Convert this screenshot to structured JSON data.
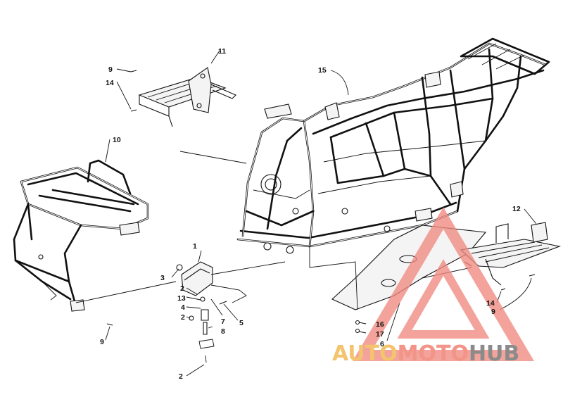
{
  "callouts": {
    "c1": "1",
    "c2a": "2",
    "c2b": "2",
    "c2c": "2",
    "c3": "3",
    "c4": "4",
    "c5": "5",
    "c6": "6",
    "c7": "7",
    "c8": "8",
    "c9a": "9",
    "c9b": "9",
    "c9c": "9",
    "c10": "10",
    "c11": "11",
    "c12": "12",
    "c13": "13",
    "c14a": "14",
    "c14b": "14",
    "c15": "15",
    "c16": "16",
    "c17": "17"
  },
  "watermark": {
    "part1": "AUTO",
    "part2": "MOTO",
    "part3": "HUB",
    "colors": {
      "auto": "#f3c46d",
      "moto": "#f29488",
      "hub": "#8b8b8b",
      "triangle": "#f08a80"
    }
  }
}
